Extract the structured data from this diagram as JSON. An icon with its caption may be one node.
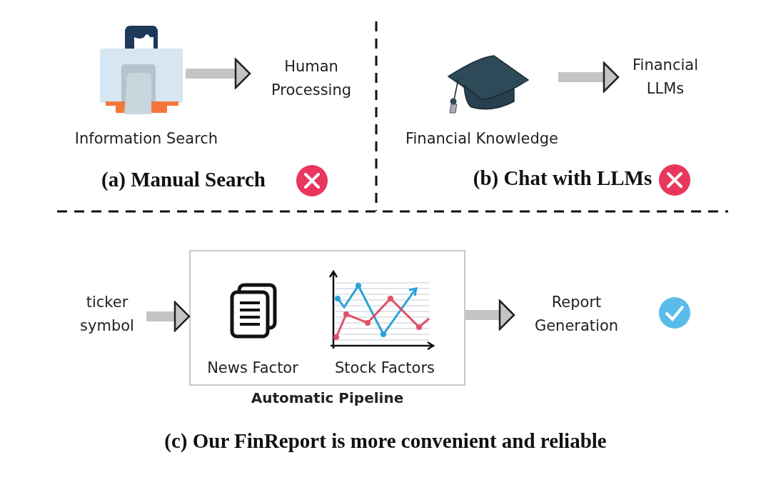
{
  "diagram": {
    "nodes": [
      {
        "text": [],
        "shape": "picture",
        "beside": [
          "Information Search"
        ]
      },
      {
        "text": [
          "Human Processing"
        ]
      },
      {
        "text": [],
        "shape": "picture",
        "beside": [
          "Financial Knowledge"
        ]
      },
      {
        "text": [
          "Financial LLMs"
        ]
      },
      {
        "text": [
          "ticker symbol"
        ]
      },
      {
        "text": [
          "Automatic Pipeline"
        ]
      },
      {
        "text": [
          "News Factor"
        ],
        "in": 5
      },
      {
        "text": [
          "Stock Factors"
        ],
        "in": 5
      },
      {
        "text": [
          "Report Generation"
        ]
      }
    ],
    "edges": [
      {
        "from": 0,
        "to": 1,
        "arrow": "to"
      },
      {
        "from": 2,
        "to": 3,
        "arrow": "to"
      },
      {
        "from": 4,
        "to": 5,
        "arrow": "to"
      },
      {
        "from": 5,
        "to": 8,
        "arrow": "to"
      }
    ],
    "labels": [
      "(a) Manual Search",
      "(b) Chat with LLMs",
      "(c) Our FinReport is more convenient and reliable"
    ]
  }
}
